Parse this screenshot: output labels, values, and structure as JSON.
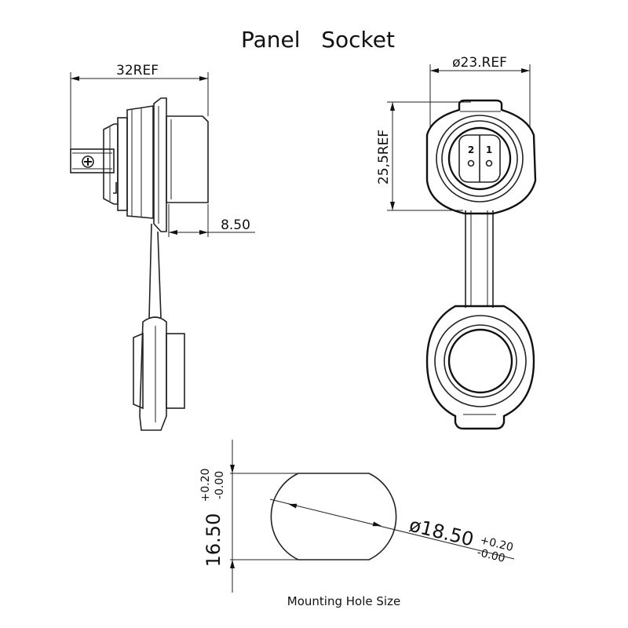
{
  "title": "Panel   Socket",
  "caption": "Mounting Hole Size",
  "dims": {
    "length": "32REF",
    "diameter_ref": "ø23.REF",
    "height_ref": "25,5REF",
    "thread_len": "8.50",
    "hole_flat": "16.50",
    "hole_flat_tol_plus": "+0.20",
    "hole_flat_tol_minus": "-0.00",
    "hole_dia": "ø18.50",
    "hole_dia_tol_plus": "+0.20",
    "hole_dia_tol_minus": "-0.00"
  },
  "pins": {
    "pin_a": "2",
    "pin_b": "1"
  }
}
